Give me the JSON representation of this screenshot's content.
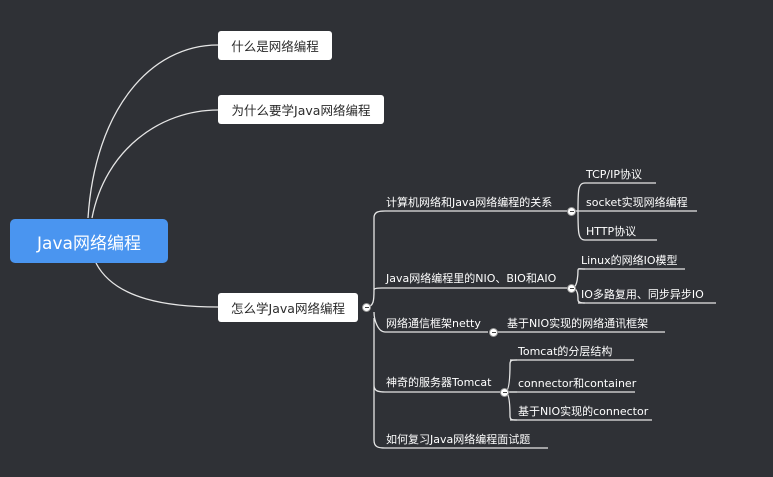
{
  "root": "Java网络编程",
  "branches": {
    "what": "什么是网络编程",
    "why": "为什么要学Java网络编程",
    "how": "怎么学Java网络编程"
  },
  "how_children": {
    "network_relation": "计算机网络和Java网络编程的关系",
    "nio_bio_aio": "Java网络编程里的NIO、BIO和AIO",
    "netty": "网络通信框架netty",
    "tomcat": "神奇的服务器Tomcat",
    "interview": "如何复习Java网络编程面试题"
  },
  "network_relation_children": [
    "TCP/IP协议",
    "socket实现网络编程",
    "HTTP协议"
  ],
  "nio_children": [
    "Linux的网络IO模型",
    "IO多路复用、同步异步IO"
  ],
  "netty_children": [
    "基于NIO实现的网络通讯框架"
  ],
  "tomcat_children": [
    "Tomcat的分层结构",
    "connector和container",
    "基于NIO实现的connector"
  ],
  "colors": {
    "background": "#2f3136",
    "root": "#4a95f0",
    "line": "#e6e6e6"
  }
}
